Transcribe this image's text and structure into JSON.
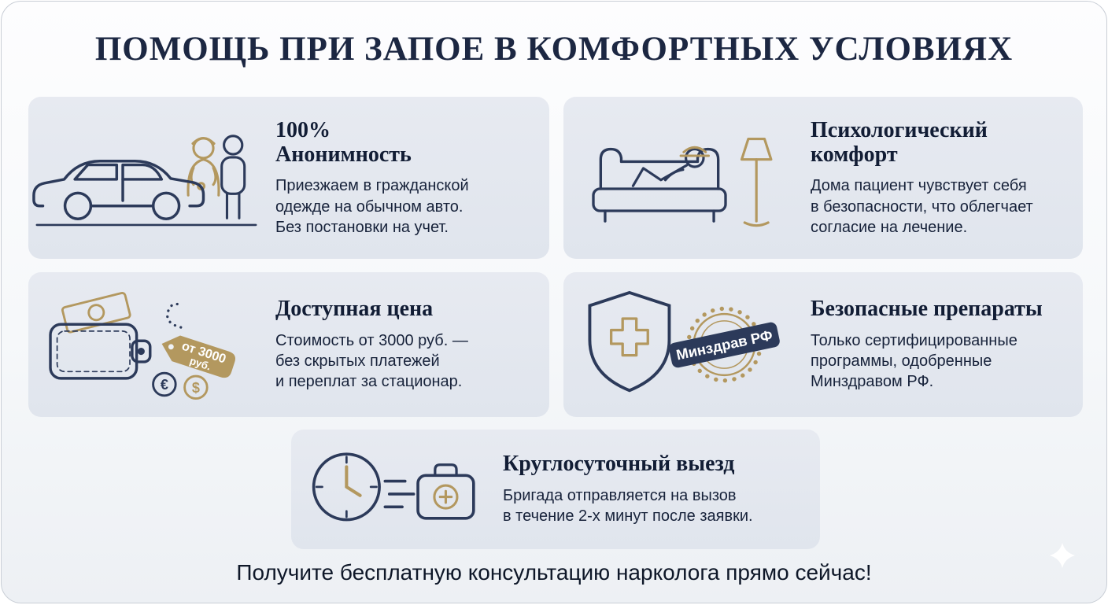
{
  "page": {
    "title": "ПОМОЩЬ ПРИ ЗАПОЕ В КОМФОРТНЫХ УСЛОВИЯХ",
    "footer": "Получите бесплатную консультацию нарколога прямо сейчас!"
  },
  "cards": [
    {
      "id": "anonymity",
      "icon": "car-with-medics-icon",
      "title": "100%\nАнонимность",
      "text": "Приезжаем в гражданской\nодежде на обычном авто.\nБез постановки на учет."
    },
    {
      "id": "psychological-comfort",
      "icon": "couch-lamp-icon",
      "title": "Психологический\nкомфорт",
      "text": "Дома пациент чувствует себя\nв безопасности, что облегчает\nсогласие на лечение."
    },
    {
      "id": "affordable-price",
      "icon": "wallet-price-tag-icon",
      "title": "Доступная цена",
      "text": "Стоимость от 3000 руб. —\nбез скрытых платежей\nи переплат за стационар.",
      "tag_line1": "от 3000",
      "tag_line2": "руб.",
      "coin_euro": "€",
      "coin_dollar": "$"
    },
    {
      "id": "safe-medications",
      "icon": "shield-stamp-icon",
      "title": "Безопасные препараты",
      "text": "Только сертифицированные\nпрограммы, одобренные\nМинздравом РФ.",
      "stamp": "Минздрав РФ"
    },
    {
      "id": "round-the-clock",
      "icon": "clock-medical-bag-icon",
      "title": "Круглосуточный выезд",
      "text": "Бригада отправляется на вызов\nв течение 2-х минут после заявки."
    }
  ],
  "colors": {
    "navy": "#2c3a5a",
    "gold": "#b3985f",
    "card_bg": "#e4e8ef",
    "title_color": "#1c2742"
  }
}
